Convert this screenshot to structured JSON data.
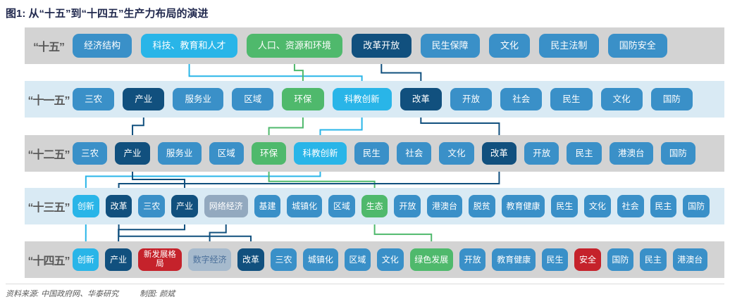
{
  "title": "图1: 从“十五”到“十四五”生产力布局的演进",
  "footer": {
    "source": "资料来源: 中国政府网、华泰研究",
    "credit": "制图: 颜斌"
  },
  "colors": {
    "blue": "#3a90c8",
    "navy": "#11507e",
    "cyan": "#29b5e8",
    "green": "#4fb96c",
    "grayblue": "#93a9bf",
    "graybluelight": "#a6bacd",
    "red": "#c5222b",
    "band_gray": "#d3d3d3",
    "band_blue": "#d9eaf4"
  },
  "rows": [
    {
      "label": "“十五”",
      "band": "gray",
      "boxes": [
        {
          "text": "经济结构",
          "color": "blue"
        },
        {
          "text": "科技、教育和人才",
          "color": "cyan"
        },
        {
          "text": "人口、资源和环境",
          "color": "green"
        },
        {
          "text": "改革开放",
          "color": "navy"
        },
        {
          "text": "民生保障",
          "color": "blue"
        },
        {
          "text": "文化",
          "color": "blue"
        },
        {
          "text": "民主法制",
          "color": "blue"
        },
        {
          "text": "国防安全",
          "color": "blue"
        }
      ]
    },
    {
      "label": "“十一五”",
      "band": "blue",
      "boxes": [
        {
          "text": "三农",
          "color": "blue"
        },
        {
          "text": "产业",
          "color": "navy"
        },
        {
          "text": "服务业",
          "color": "blue"
        },
        {
          "text": "区域",
          "color": "blue"
        },
        {
          "text": "环保",
          "color": "green"
        },
        {
          "text": "科教创新",
          "color": "cyan"
        },
        {
          "text": "改革",
          "color": "navy"
        },
        {
          "text": "开放",
          "color": "blue"
        },
        {
          "text": "社会",
          "color": "blue"
        },
        {
          "text": "民生",
          "color": "blue"
        },
        {
          "text": "文化",
          "color": "blue"
        },
        {
          "text": "国防",
          "color": "blue"
        }
      ]
    },
    {
      "label": "“十二五”",
      "band": "gray",
      "boxes": [
        {
          "text": "三农",
          "color": "blue"
        },
        {
          "text": "产业",
          "color": "navy"
        },
        {
          "text": "服务业",
          "color": "blue"
        },
        {
          "text": "区域",
          "color": "blue"
        },
        {
          "text": "环保",
          "color": "green"
        },
        {
          "text": "科教创新",
          "color": "cyan"
        },
        {
          "text": "民生",
          "color": "blue"
        },
        {
          "text": "社会",
          "color": "blue"
        },
        {
          "text": "文化",
          "color": "blue"
        },
        {
          "text": "改革",
          "color": "navy"
        },
        {
          "text": "开放",
          "color": "blue"
        },
        {
          "text": "民主",
          "color": "blue"
        },
        {
          "text": "港澳台",
          "color": "blue"
        },
        {
          "text": "国防",
          "color": "blue"
        }
      ]
    },
    {
      "label": "“十三五”",
      "band": "blue",
      "boxes": [
        {
          "text": "创新",
          "color": "cyan"
        },
        {
          "text": "改革",
          "color": "navy"
        },
        {
          "text": "三农",
          "color": "blue"
        },
        {
          "text": "产业",
          "color": "navy"
        },
        {
          "text": "网络经济",
          "color": "grayblue"
        },
        {
          "text": "基建",
          "color": "blue"
        },
        {
          "text": "城镇化",
          "color": "blue"
        },
        {
          "text": "区域",
          "color": "blue"
        },
        {
          "text": "生态",
          "color": "green"
        },
        {
          "text": "开放",
          "color": "blue"
        },
        {
          "text": "港澳台",
          "color": "blue"
        },
        {
          "text": "脱贫",
          "color": "blue"
        },
        {
          "text": "教育健康",
          "color": "blue"
        },
        {
          "text": "民生",
          "color": "blue"
        },
        {
          "text": "文化",
          "color": "blue"
        },
        {
          "text": "社会",
          "color": "blue"
        },
        {
          "text": "民主",
          "color": "blue"
        },
        {
          "text": "国防",
          "color": "blue"
        }
      ]
    },
    {
      "label": "“十四五”",
      "band": "gray",
      "boxes": [
        {
          "text": "创新",
          "color": "cyan"
        },
        {
          "text": "产业",
          "color": "navy"
        },
        {
          "text": "新发展格局",
          "color": "red",
          "wrap": true
        },
        {
          "text": "数字经济",
          "color": "graybluelight"
        },
        {
          "text": "改革",
          "color": "navy"
        },
        {
          "text": "三农",
          "color": "blue"
        },
        {
          "text": "城镇化",
          "color": "blue"
        },
        {
          "text": "区域",
          "color": "blue"
        },
        {
          "text": "文化",
          "color": "blue"
        },
        {
          "text": "绿色发展",
          "color": "green"
        },
        {
          "text": "开放",
          "color": "blue"
        },
        {
          "text": "教育健康",
          "color": "blue"
        },
        {
          "text": "民生",
          "color": "blue"
        },
        {
          "text": "安全",
          "color": "red"
        },
        {
          "text": "国防",
          "color": "blue"
        },
        {
          "text": "民主",
          "color": "blue"
        },
        {
          "text": "港澳台",
          "color": "blue"
        }
      ]
    }
  ],
  "connections": [
    {
      "from": [
        0,
        1
      ],
      "to": [
        1,
        5
      ],
      "color": "cyan",
      "h": 0.72
    },
    {
      "from": [
        0,
        2
      ],
      "to": [
        1,
        4
      ],
      "color": "green",
      "h": 0.38
    },
    {
      "from": [
        0,
        3
      ],
      "to": [
        1,
        6
      ],
      "color": "navy",
      "h": 0.52
    },
    {
      "from": [
        1,
        1
      ],
      "to": [
        2,
        1
      ],
      "color": "navy",
      "h": 0.45
    },
    {
      "from": [
        1,
        4
      ],
      "to": [
        2,
        4
      ],
      "color": "green",
      "h": 0.58
    },
    {
      "from": [
        1,
        5
      ],
      "to": [
        2,
        5
      ],
      "color": "cyan",
      "h": 0.7
    },
    {
      "from": [
        1,
        6
      ],
      "to": [
        2,
        9
      ],
      "color": "navy",
      "h": 0.32
    },
    {
      "from": [
        2,
        5
      ],
      "to": [
        3,
        0
      ],
      "color": "cyan",
      "h": 0.28
    },
    {
      "from": [
        2,
        1
      ],
      "to": [
        3,
        3
      ],
      "color": "navy",
      "h": 0.48
    },
    {
      "from": [
        2,
        4
      ],
      "to": [
        3,
        8
      ],
      "color": "green",
      "h": 0.6
    },
    {
      "from": [
        2,
        9
      ],
      "to": [
        3,
        1
      ],
      "color": "navy",
      "h": 0.74
    },
    {
      "from": [
        3,
        0
      ],
      "to": [
        4,
        0
      ],
      "color": "cyan",
      "h": 0.5
    },
    {
      "from": [
        3,
        3
      ],
      "to": [
        4,
        1
      ],
      "color": "navy",
      "h": 0.3
    },
    {
      "from": [
        3,
        4
      ],
      "to": [
        4,
        3
      ],
      "color": "navy",
      "h": 0.48
    },
    {
      "from": [
        3,
        8
      ],
      "to": [
        4,
        9
      ],
      "color": "green",
      "h": 0.58
    },
    {
      "from": [
        3,
        1
      ],
      "to": [
        4,
        4
      ],
      "color": "navy",
      "h": 0.7
    }
  ]
}
